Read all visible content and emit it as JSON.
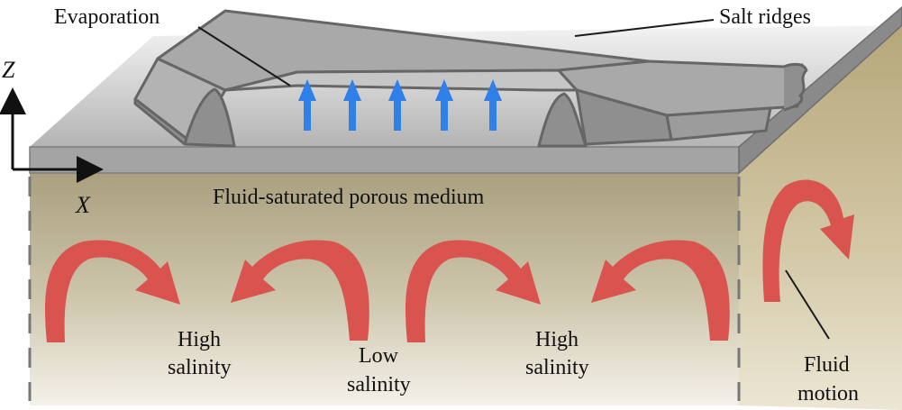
{
  "labels": {
    "evaporation": "Evaporation",
    "salt_ridges": "Salt ridges",
    "medium": "Fluid-saturated porous medium",
    "high": "High",
    "salinity": "salinity",
    "low": "Low",
    "fluid": "Fluid",
    "motion": "motion"
  },
  "axes": {
    "z": "Z",
    "x": "X"
  },
  "colors": {
    "slab_top": "#a4a4a4",
    "slab_edge": "#8a8a8a",
    "ridge": "#a9a9a9",
    "ridge_dark": "#8f8f8f",
    "ridge_outline": "#666666",
    "medium_top": "#aaa07f",
    "medium_bottom": "#f4f1ea",
    "side_top": "#b6a77a",
    "side_bottom": "#ece6d4",
    "evap_arrow": "#2f80e8",
    "flow_arrow": "#d9534f",
    "dash": "#777777"
  },
  "icons": {
    "evaporation": "up-arrow-icon",
    "flow": "curved-flow-arrow-icon"
  }
}
